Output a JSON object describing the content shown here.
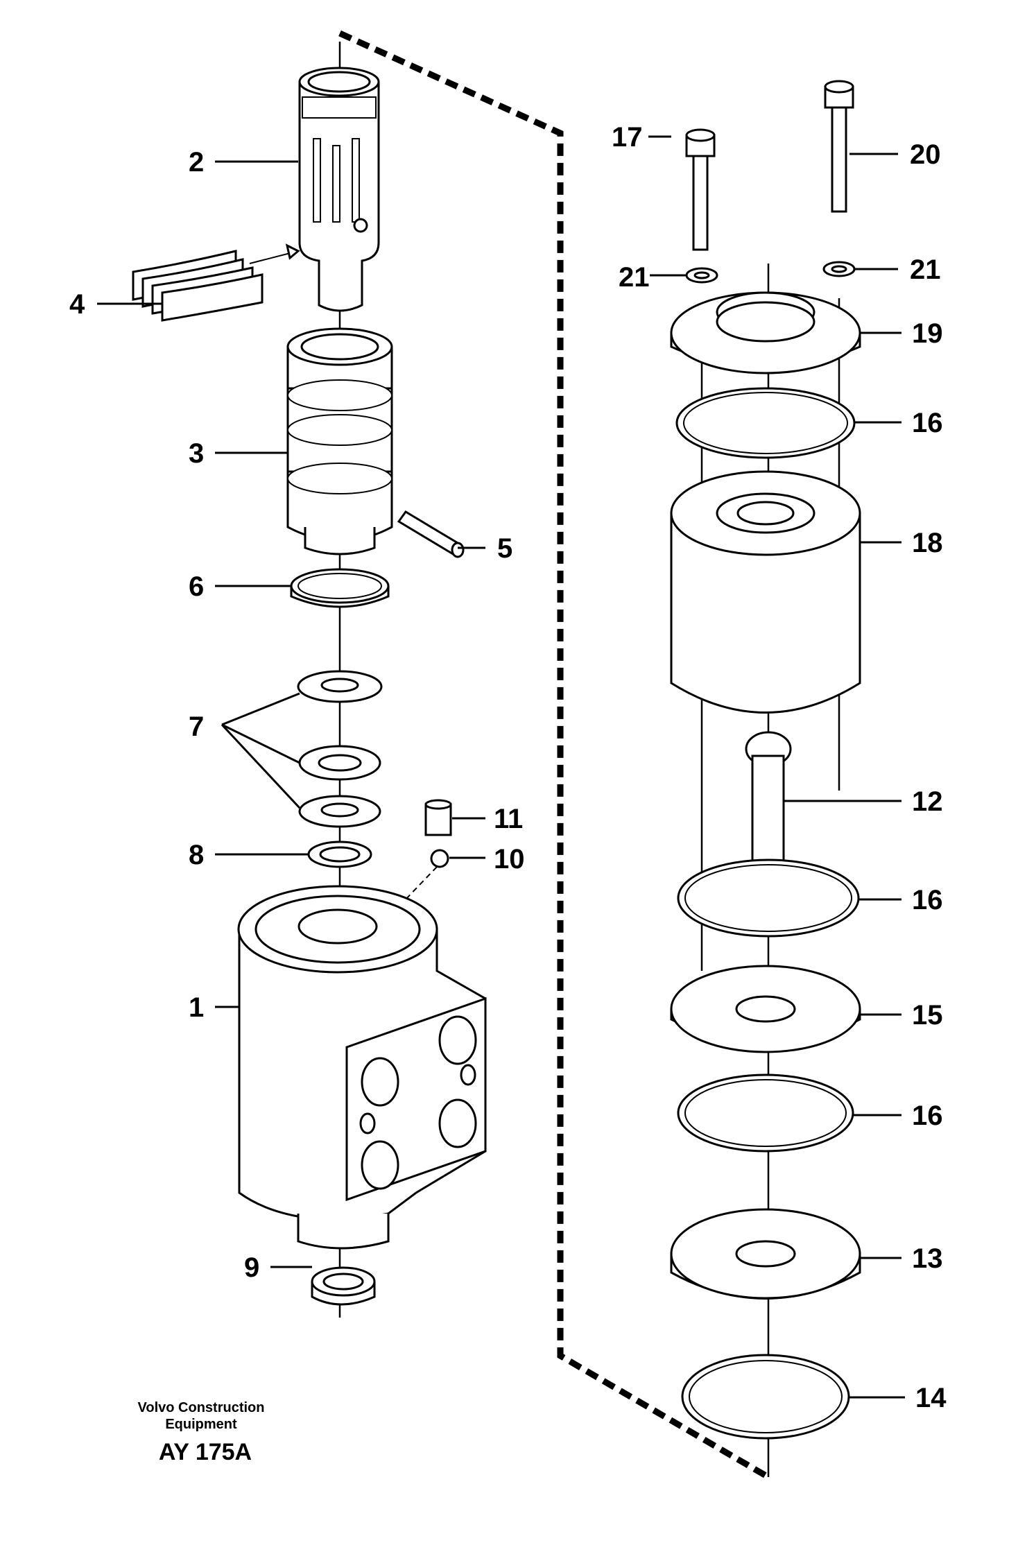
{
  "drawing": {
    "publisher_line1": "Volvo Construction",
    "publisher_line2": "Equipment",
    "drawing_number": "AY 175A"
  },
  "callouts": [
    "1",
    "2",
    "3",
    "4",
    "5",
    "6",
    "7",
    "8",
    "9",
    "10",
    "11",
    "12",
    "13",
    "14",
    "15",
    "16",
    "16",
    "16",
    "17",
    "18",
    "19",
    "20",
    "21",
    "21"
  ]
}
